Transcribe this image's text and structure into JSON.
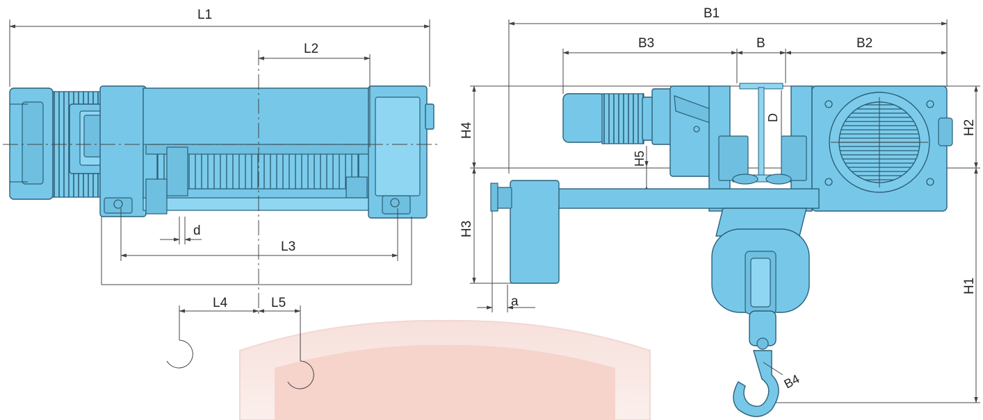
{
  "labels": {
    "L1": "L1",
    "L2": "L2",
    "L3": "L3",
    "L4": "L4",
    "L5": "L5",
    "d": "d",
    "B1": "B1",
    "B3": "B3",
    "B": "B",
    "B2": "B2",
    "D": "D",
    "H4": "H4",
    "H5": "H5",
    "H3": "H3",
    "H2": "H2",
    "H1": "H1",
    "a": "a",
    "B4": "B4"
  },
  "colors": {
    "body": "#77c8e8",
    "outline": "#2b5f78",
    "dimension": "#444444",
    "watermark": "#e85a3c"
  },
  "icons": {
    "watermark": "shield-logo-watermark"
  }
}
